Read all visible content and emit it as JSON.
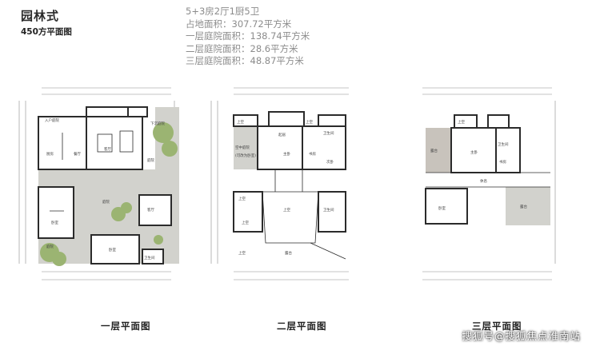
{
  "header": {
    "title": "园林式",
    "subtitle": "450方平面图"
  },
  "specs": [
    "5+3房2厅1厨5卫",
    "占地面积：307.72平方米",
    "一层庭院面积：138.74平方米",
    "二层庭院面积：28.6平方米",
    "三层庭院面积：48.87平方米"
  ],
  "floors": [
    {
      "label": "一层平面图",
      "rooms": [
        "入户庭院",
        "厨房",
        "餐厅",
        "客厅",
        "下沉庭院",
        "庭院",
        "庭院",
        "客厅",
        "卧室",
        "卧室",
        "庭院",
        "卫生间"
      ]
    },
    {
      "label": "二层平面图",
      "rooms": [
        "上空",
        "起居",
        "上空",
        "卫生间",
        "主卧",
        "空中庭院",
        "(可改为卧室)",
        "书房",
        "次卧",
        "上空",
        "上空",
        "露台",
        "上空",
        "卫生间",
        "上空"
      ]
    },
    {
      "label": "三层平面图",
      "rooms": [
        "上空",
        "卫生间",
        "主卧",
        "露台",
        "书房",
        "卧室",
        "露台",
        "休息"
      ]
    }
  ],
  "watermark": "搜狐号@搜狐焦点淮南站",
  "colors": {
    "wall": "#2b2b2b",
    "courtyard": "#d2d2cd",
    "greenery": "#9bb472",
    "dim_line": "#8a8a8a"
  }
}
